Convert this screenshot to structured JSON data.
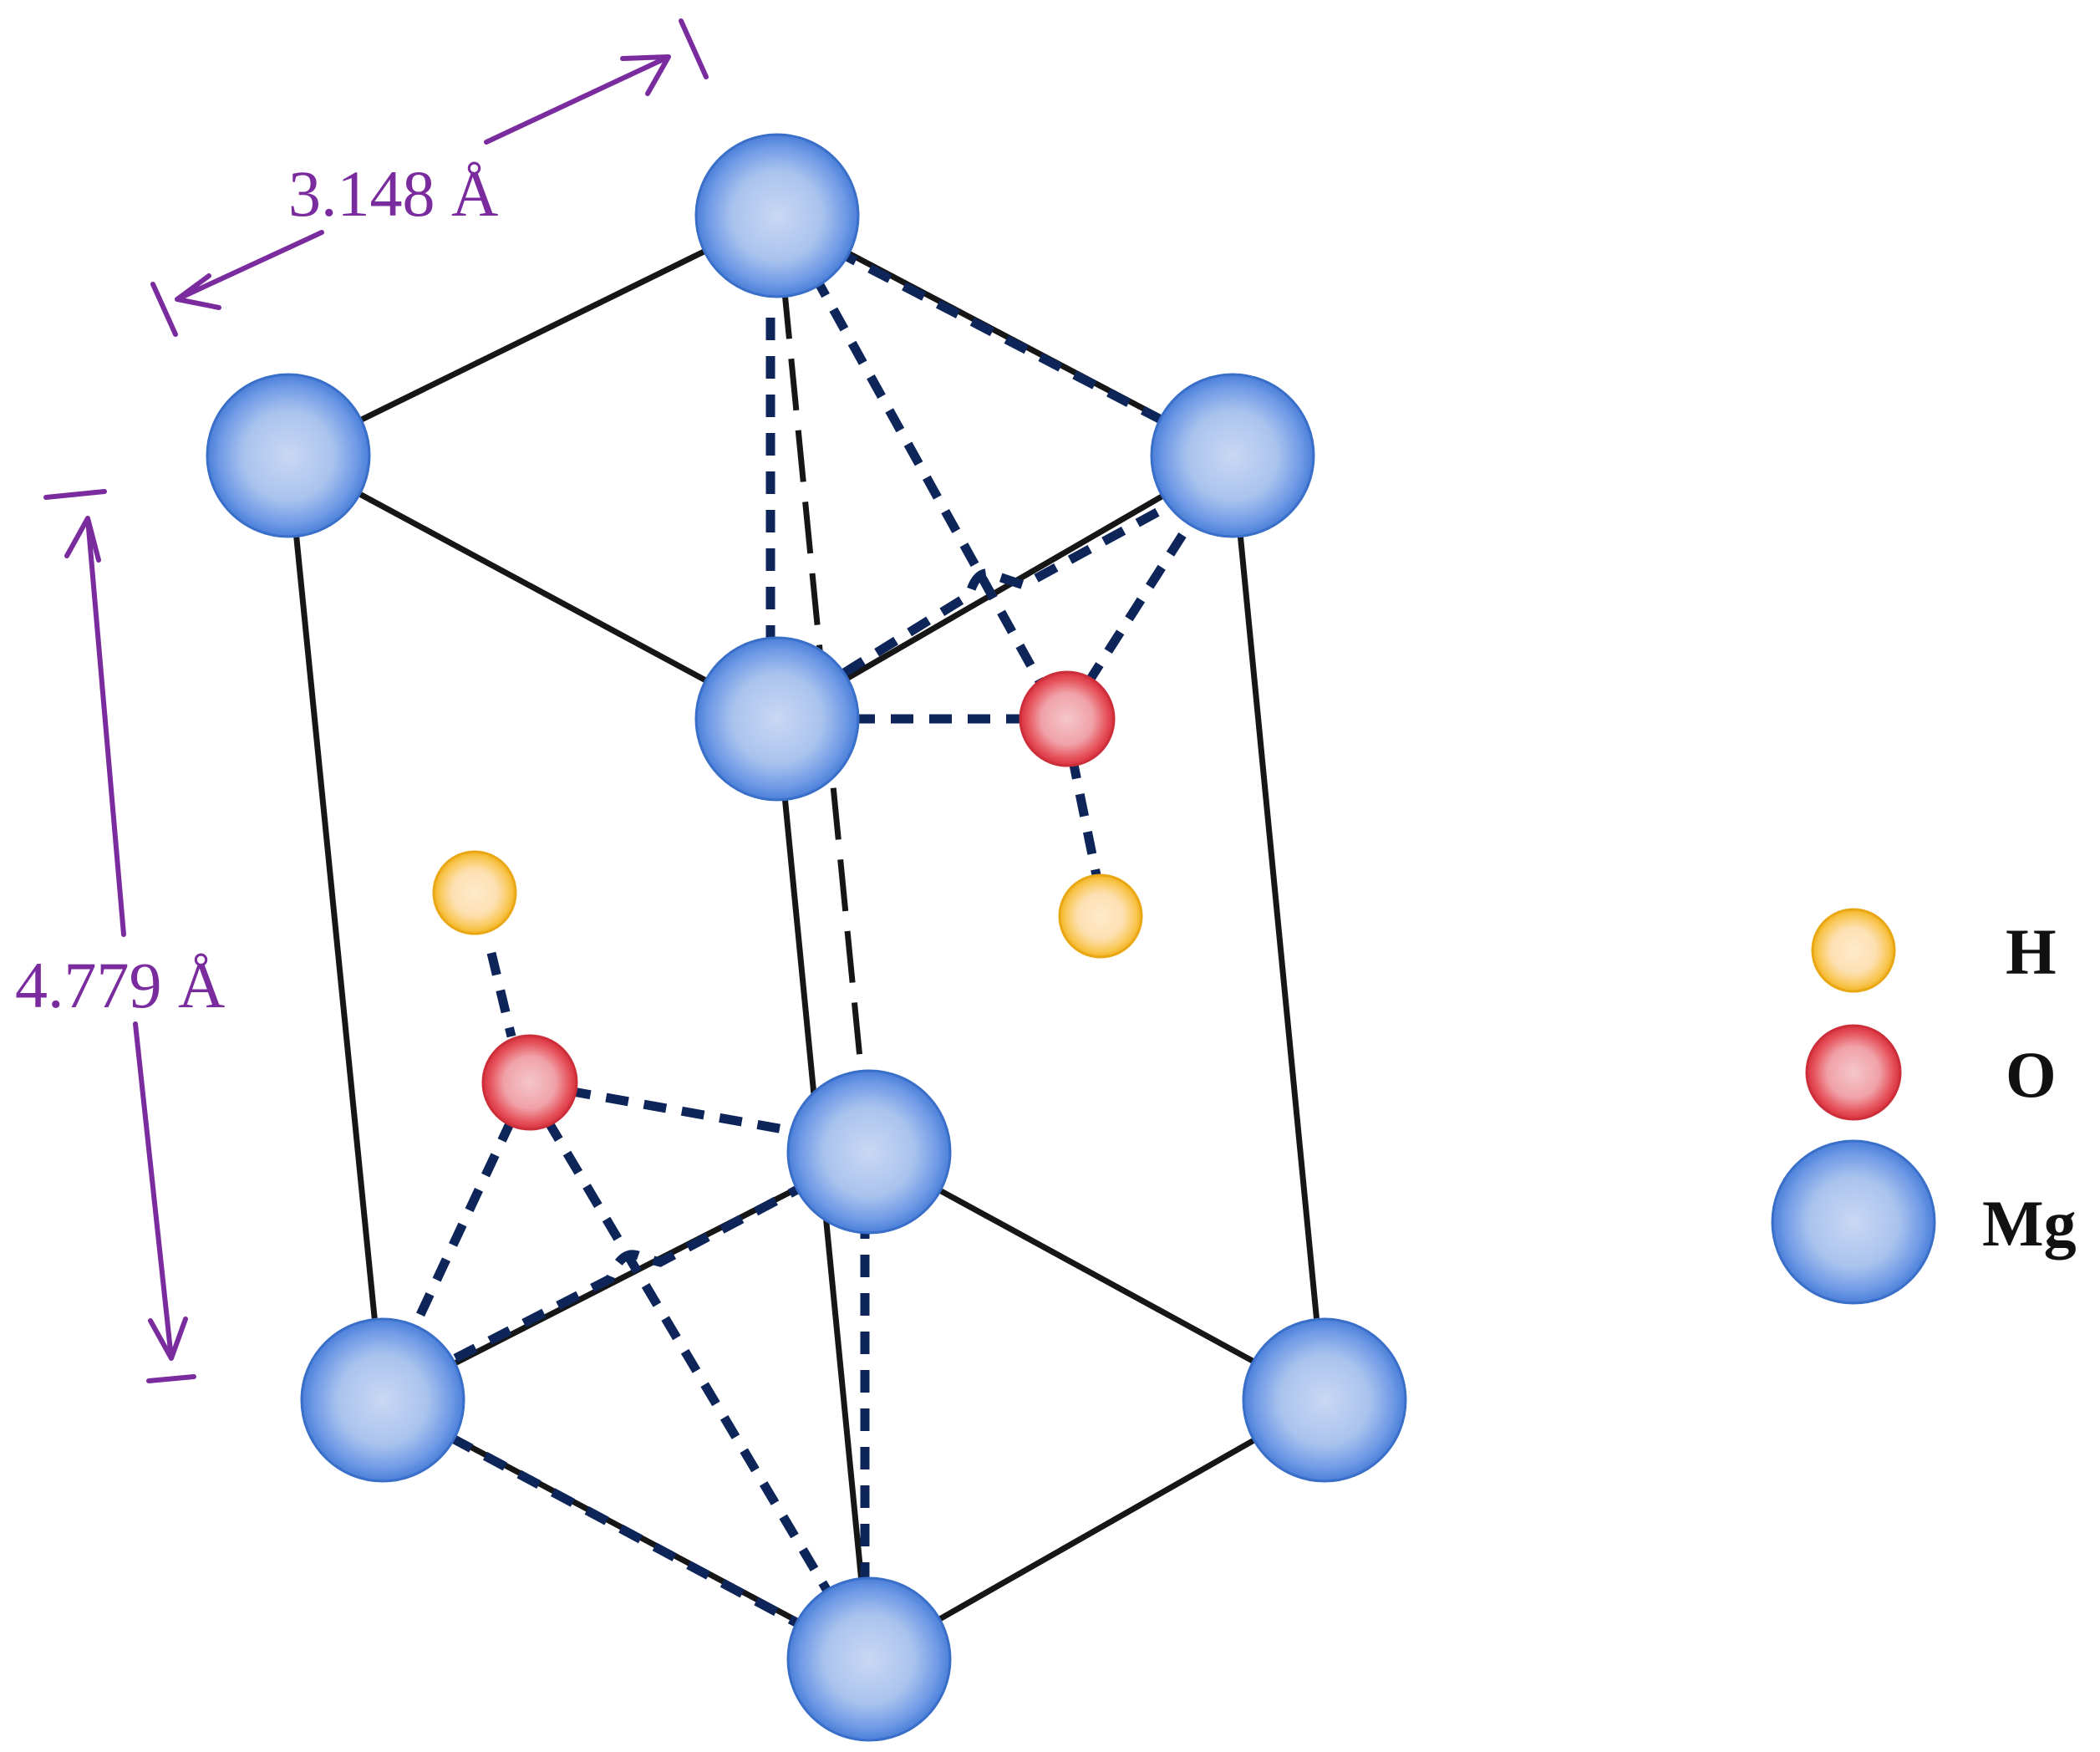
{
  "dimensions": {
    "a_label": "3.148 Å",
    "c_label": "4.779 Å"
  },
  "legend": [
    {
      "element": "H",
      "label": "H"
    },
    {
      "element": "O",
      "label": "O"
    },
    {
      "element": "Mg",
      "label": "Mg"
    }
  ],
  "colors": {
    "Mg": "#5b8fe0",
    "O": "#e0474f",
    "H": "#f7c144",
    "bond": "#0d2559",
    "edge": "#161616",
    "dimension": "#7a2c9e"
  }
}
